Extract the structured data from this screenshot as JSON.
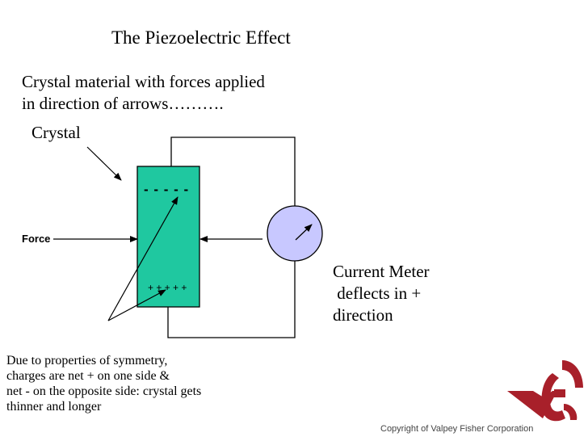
{
  "title": "The Piezoelectric Effect",
  "intro": [
    "Crystal material with forces applied",
    "in direction of arrows………."
  ],
  "crystal_label": "Crystal",
  "force_label": "Force",
  "negative_charges": "- - - - -",
  "positive_charges": "+ + + + +",
  "meter_caption": [
    "Current Meter",
    " deflects in +",
    "direction"
  ],
  "note": [
    "Due to properties of symmetry,",
    "charges are net + on one side &",
    "net - on the opposite side: crystal gets",
    "thinner and longer"
  ],
  "logo_text": "VFC",
  "copyright": "Copyright of Valpey Fisher Corporation",
  "colors": {
    "crystal_fill": "#1fc8a0",
    "meter_fill": "#c8c8ff",
    "logo_red": "#a8202a"
  }
}
